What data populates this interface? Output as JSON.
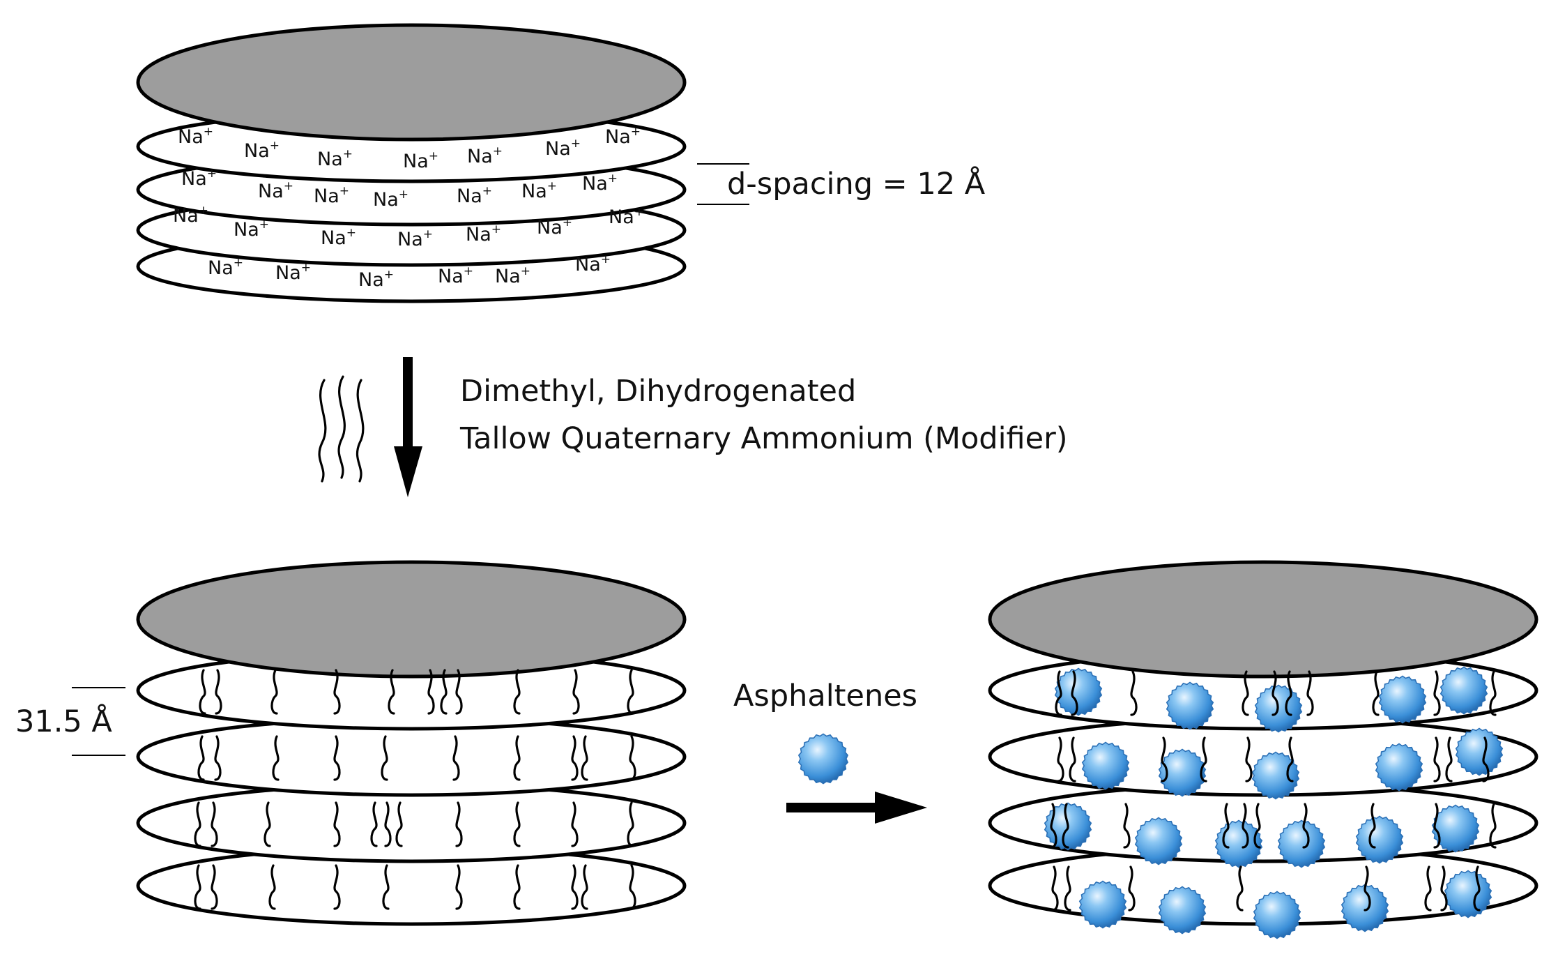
{
  "top_stack": {
    "ion_label": "Na",
    "ion_charge": "+",
    "d_spacing_label": "d-spacing = 12 Å"
  },
  "modification": {
    "line1": "Dimethyl, Dihydrogenated",
    "line2": "Tallow Quaternary Ammonium (Modifier)"
  },
  "modified_stack": {
    "spacing_label": "31.5 Å"
  },
  "asphaltene_step": {
    "label": "Asphaltenes"
  },
  "colors": {
    "platelet_top": "#9d9d9d",
    "platelet_layer": "#ffffff",
    "asphaltene_particle": "#4d9be3"
  }
}
